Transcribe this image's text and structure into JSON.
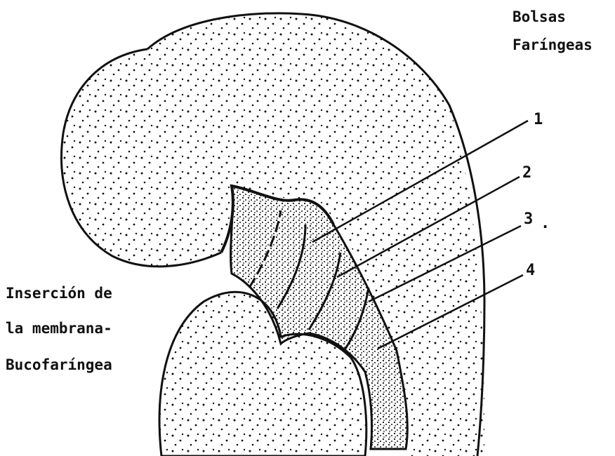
{
  "title": {
    "line1": "Bolsas",
    "line2": "Faríngeas"
  },
  "left_label": {
    "line1": "Inserción de",
    "line2": "la membrana-",
    "line3": "Bucofaríngea"
  },
  "pouch_numbers": [
    "1",
    "2",
    "3",
    "4"
  ],
  "stray_mark": ".",
  "colors": {
    "ink": "#111111",
    "paper": "#ffffff"
  }
}
